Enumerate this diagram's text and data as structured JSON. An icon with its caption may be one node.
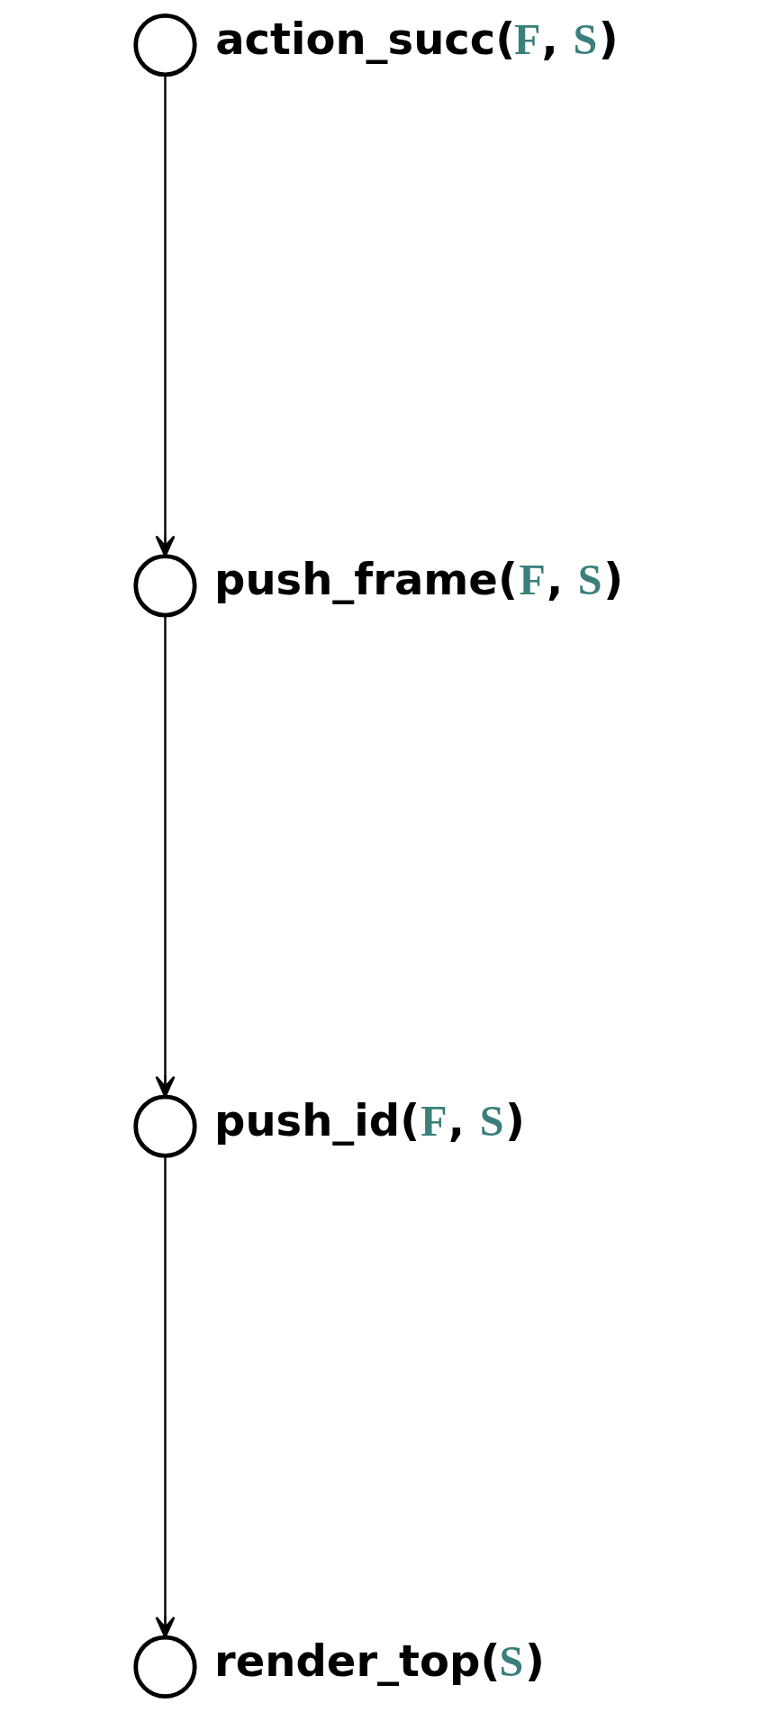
{
  "diagram": {
    "nodes": [
      {
        "text": [],
        "shape": "circle",
        "beside": [
          "action_succ(**F**, **S**)"
        ]
      },
      {
        "text": [],
        "shape": "circle",
        "beside": [
          "push_frame(**F**, **S**)"
        ]
      },
      {
        "text": [],
        "shape": "circle",
        "beside": [
          "push_id(**F**, **S**)"
        ]
      },
      {
        "text": [],
        "shape": "circle",
        "beside": [
          "render_top(**S**)"
        ]
      }
    ],
    "edges": [
      {
        "from": 0,
        "to": 1,
        "arrow": "to"
      },
      {
        "from": 1,
        "to": 2,
        "arrow": "to"
      },
      {
        "from": 2,
        "to": 3,
        "arrow": "to"
      }
    ]
  }
}
